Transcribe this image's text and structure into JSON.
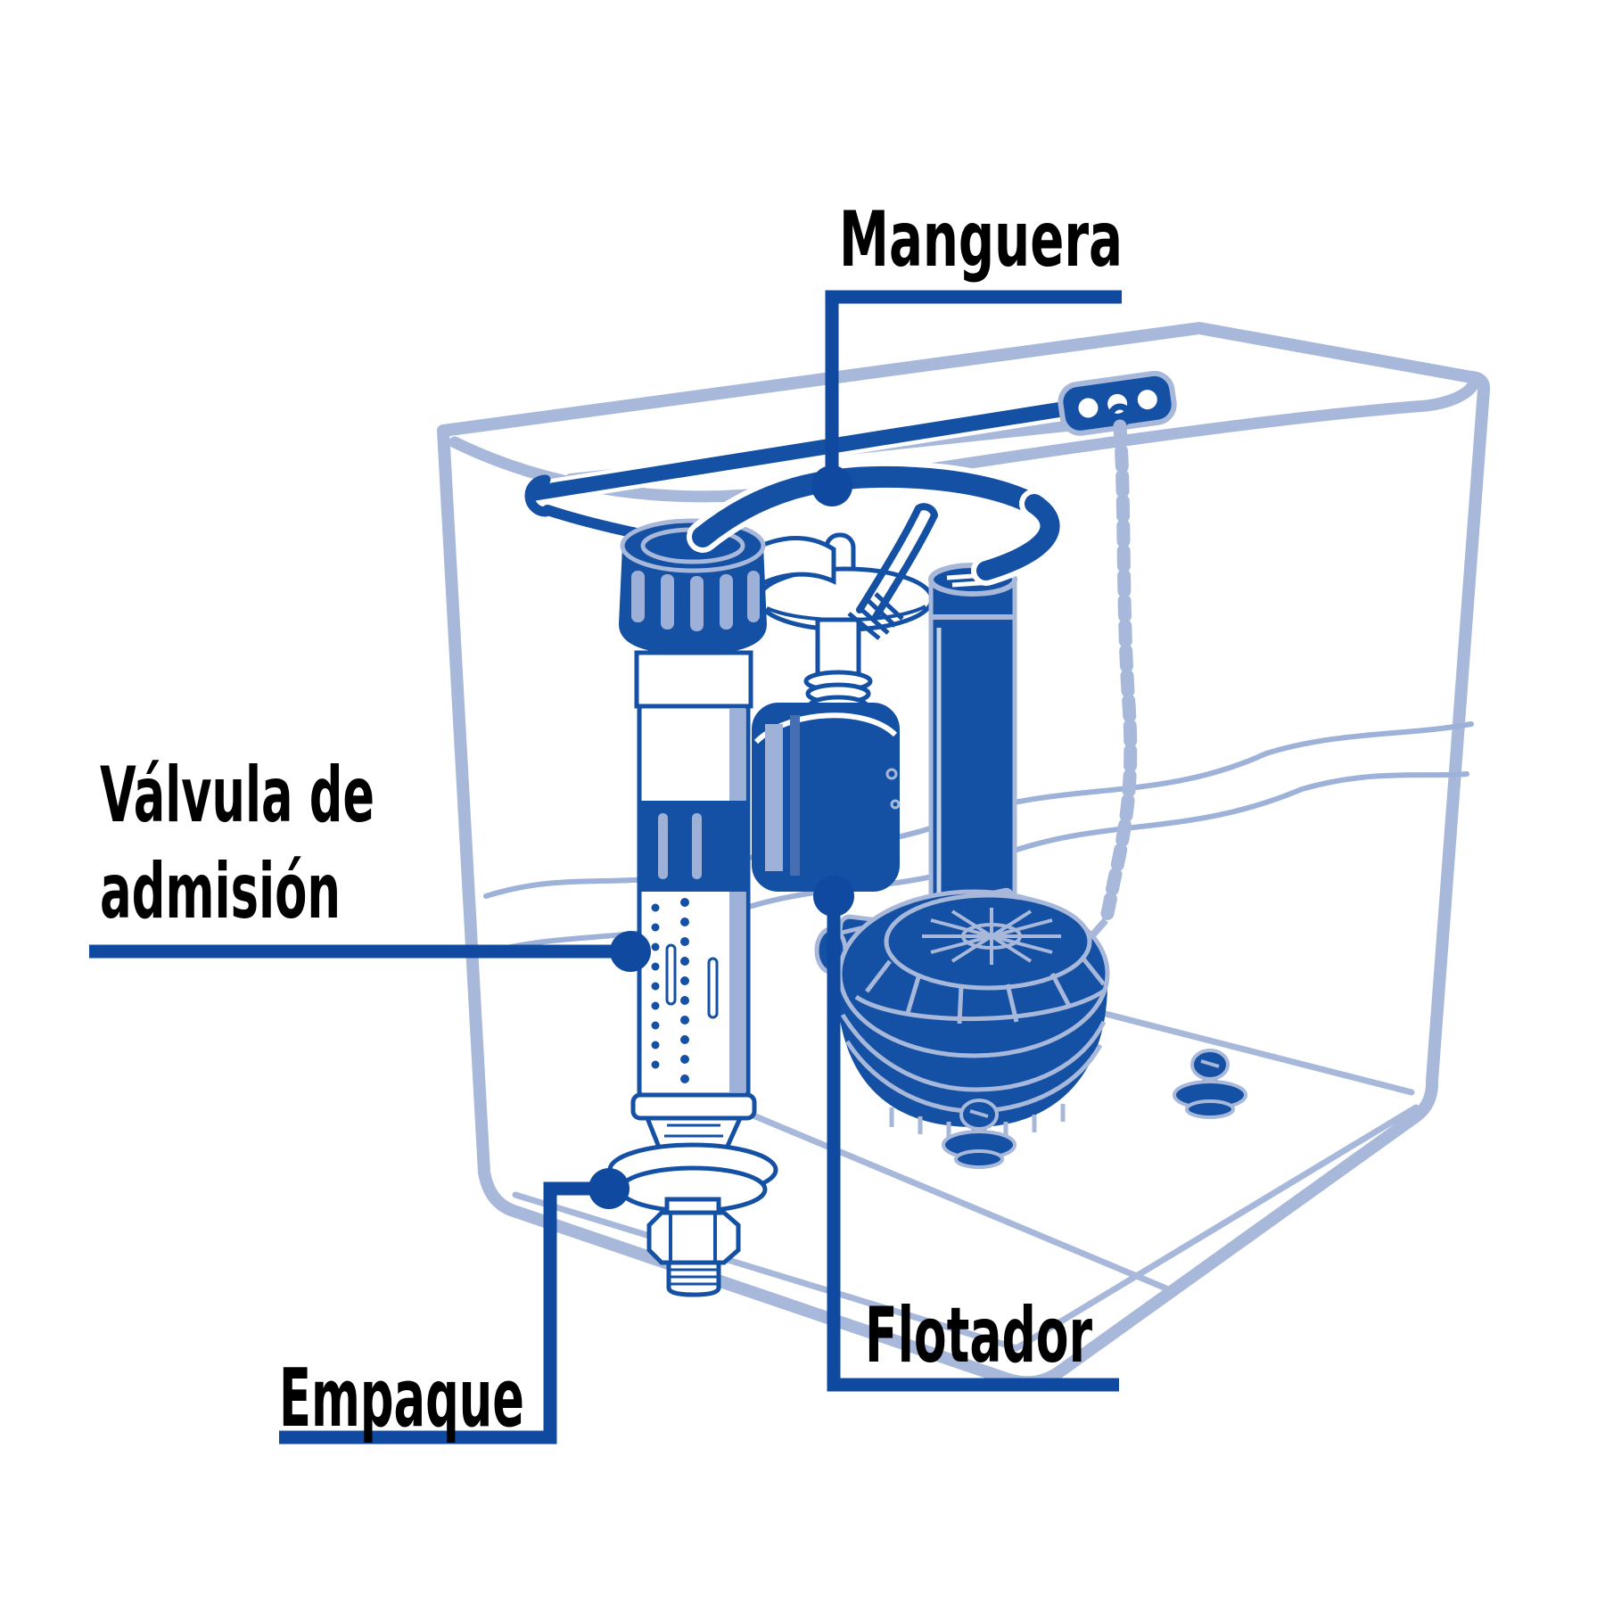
{
  "diagram": {
    "labels": {
      "manguera": "Manguera",
      "valvula_line1": "Válvula de",
      "valvula_line2": "admisión",
      "empaque": "Empaque",
      "flotador": "Flotador"
    },
    "parts": [
      "Manguera",
      "Válvula de admisión",
      "Empaque",
      "Flotador"
    ]
  },
  "colors": {
    "component_dark_blue": "#1450A3",
    "outline_light_blue": "#A7B8DA",
    "water_line_blue": "#9DB1D9",
    "leader_navy": "#0F4AA0",
    "label_black": "#000000",
    "background": "#FFFFFF"
  }
}
